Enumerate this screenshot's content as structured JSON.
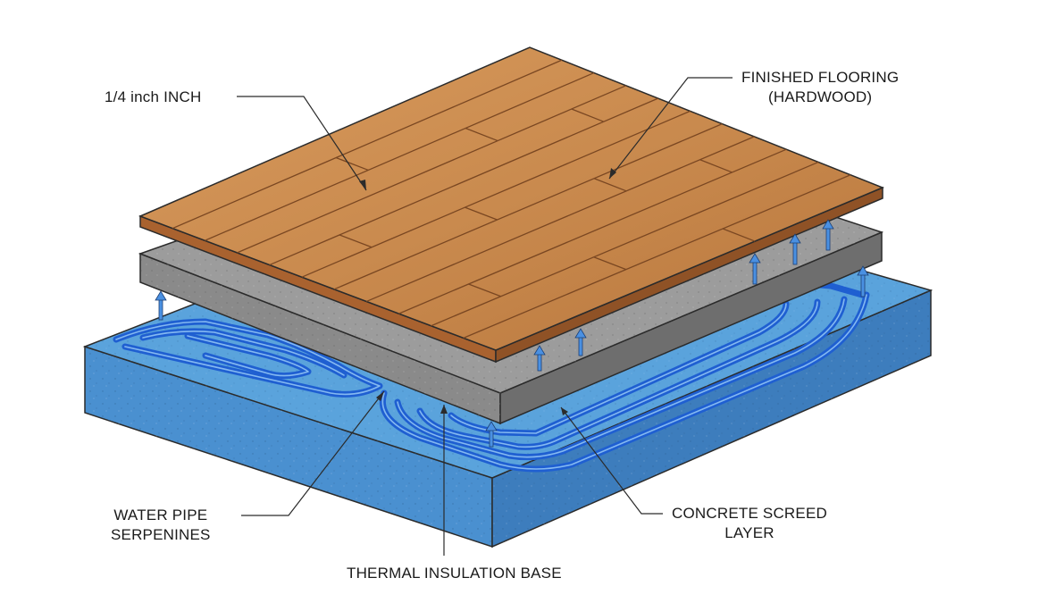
{
  "labels": {
    "thickness": "1/4 inch INCH",
    "flooring_line1": "FINISHED FLOORING",
    "flooring_line2": "(HARDWOOD)",
    "pipe_line1": "WATER PIPE",
    "pipe_line2": "SERPENINES",
    "screed_line1": "CONCRETE SCREED",
    "screed_line2": "LAYER",
    "insulation": "THERMAL INSULATION BASE"
  },
  "colors": {
    "wood_top": "#c98a4e",
    "wood_side": "#a9622f",
    "plank_line": "#7a4722",
    "concrete_top": "#9c9c9c",
    "concrete_front": "#8a8a8a",
    "concrete_side": "#6e6e6e",
    "insulation_top": "#5aa3dc",
    "insulation_front": "#4a90d0",
    "insulation_side": "#3d7dbd",
    "pipe": "#1f5fd1",
    "pipe_highlight": "#8fc3f5",
    "heat_arrow": "#4a90e2",
    "outline": "#2b2b2b"
  },
  "icons": {
    "heat_arrow": "up-arrow-icon"
  }
}
